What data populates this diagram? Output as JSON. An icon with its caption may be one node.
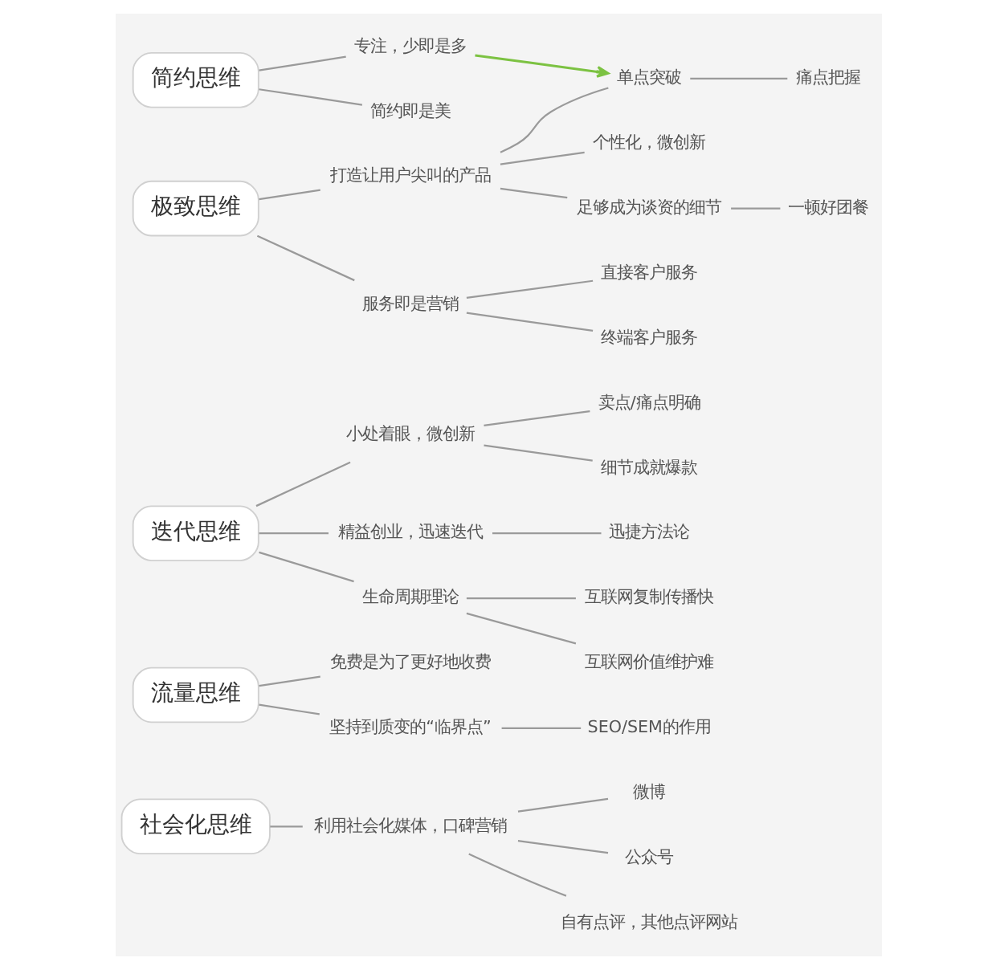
{
  "diagram": {
    "nodes": [
      {
        "text": [
          "简约思维"
        ]
      },
      {
        "text": [
          "专注，少即是多"
        ]
      },
      {
        "text": [
          "简约即是美"
        ]
      },
      {
        "text": [
          "极致思维"
        ]
      },
      {
        "text": [
          "打造让用户尖叫的产品"
        ]
      },
      {
        "text": [
          "单点突破"
        ]
      },
      {
        "text": [
          "痛点把握"
        ]
      },
      {
        "text": [
          "个性化，微创新"
        ]
      },
      {
        "text": [
          "足够成为谈资的细节"
        ]
      },
      {
        "text": [
          "一顿好团餐"
        ]
      },
      {
        "text": [
          "服务即是营销"
        ]
      },
      {
        "text": [
          "直接客户服务"
        ]
      },
      {
        "text": [
          "终端客户服务"
        ]
      },
      {
        "text": [
          "迭代思维"
        ]
      },
      {
        "text": [
          "小处着眼，微创新"
        ]
      },
      {
        "text": [
          "卖点/痛点明确"
        ]
      },
      {
        "text": [
          "细节成就爆款"
        ]
      },
      {
        "text": [
          "精益创业，迅速迭代"
        ]
      },
      {
        "text": [
          "迅捷方法论"
        ]
      },
      {
        "text": [
          "生命周期理论"
        ]
      },
      {
        "text": [
          "互联网复制传播快"
        ]
      },
      {
        "text": [
          "互联网价值维护难"
        ]
      },
      {
        "text": [
          "流量思维"
        ]
      },
      {
        "text": [
          "免费是为了更好地收费"
        ]
      },
      {
        "text": [
          "坚持到质变的“临界点”"
        ]
      },
      {
        "text": [
          "SEO/SEM的作用"
        ]
      },
      {
        "text": [
          "社会化思维"
        ]
      },
      {
        "text": [
          "利用社会化媒体，口碑营销"
        ]
      },
      {
        "text": [
          "微博"
        ]
      },
      {
        "text": [
          "公众号"
        ]
      },
      {
        "text": [
          "自有点评，其他点评网站"
        ]
      }
    ],
    "edges": [
      {
        "from": 0,
        "to": 1,
        "arrow": "none"
      },
      {
        "from": 0,
        "to": 2,
        "arrow": "none"
      },
      {
        "from": 3,
        "to": 4,
        "arrow": "none"
      },
      {
        "from": 4,
        "to": 5,
        "arrow": "none"
      },
      {
        "from": 5,
        "to": 6,
        "arrow": "none"
      },
      {
        "from": 4,
        "to": 7,
        "arrow": "none"
      },
      {
        "from": 4,
        "to": 8,
        "arrow": "none"
      },
      {
        "from": 8,
        "to": 9,
        "arrow": "none"
      },
      {
        "from": 3,
        "to": 10,
        "arrow": "none"
      },
      {
        "from": 10,
        "to": 11,
        "arrow": "none"
      },
      {
        "from": 10,
        "to": 12,
        "arrow": "none"
      },
      {
        "from": 13,
        "to": 14,
        "arrow": "none"
      },
      {
        "from": 14,
        "to": 15,
        "arrow": "none"
      },
      {
        "from": 14,
        "to": 16,
        "arrow": "none"
      },
      {
        "from": 13,
        "to": 17,
        "arrow": "none"
      },
      {
        "from": 17,
        "to": 18,
        "arrow": "none"
      },
      {
        "from": 13,
        "to": 19,
        "arrow": "none"
      },
      {
        "from": 19,
        "to": 20,
        "arrow": "none"
      },
      {
        "from": 19,
        "to": 21,
        "arrow": "none"
      },
      {
        "from": 22,
        "to": 23,
        "arrow": "none"
      },
      {
        "from": 22,
        "to": 24,
        "arrow": "none"
      },
      {
        "from": 24,
        "to": 25,
        "arrow": "none"
      },
      {
        "from": 26,
        "to": 27,
        "arrow": "none"
      },
      {
        "from": 27,
        "to": 28,
        "arrow": "none"
      },
      {
        "from": 27,
        "to": 29,
        "arrow": "none"
      },
      {
        "from": 27,
        "to": 30,
        "arrow": "none"
      },
      {
        "from": 1,
        "to": 5,
        "arrow": "to",
        "color": "#7cc242"
      }
    ]
  }
}
